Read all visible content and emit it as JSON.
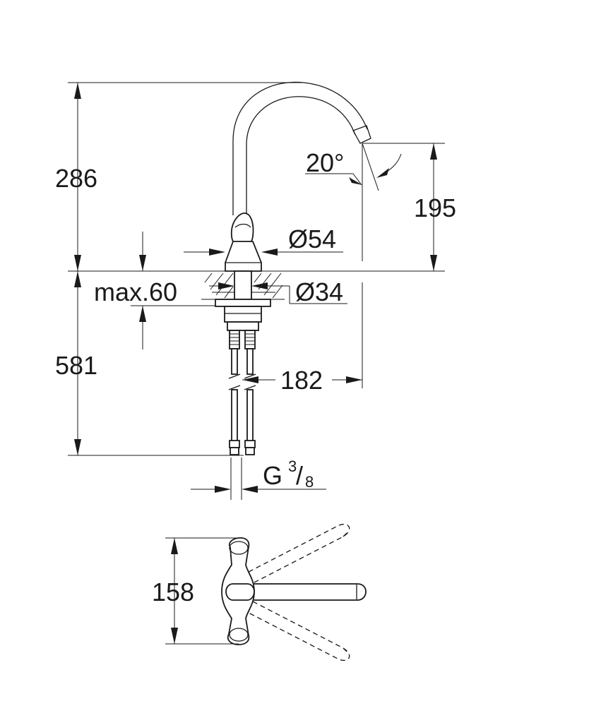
{
  "dimensions": {
    "total_height_above_deck": "286",
    "spout_height": "195",
    "base_diameter": "Ø54",
    "hole_diameter": "Ø34",
    "max_deck_thickness": "max.60",
    "spout_reach": "182",
    "below_deck_length": "581",
    "connection_prefix": "G",
    "connection_numerator": "3",
    "connection_slash": "/",
    "connection_denominator": "8",
    "swivel_angle": "20°",
    "top_view_width": "158"
  },
  "colors": {
    "line": "#1a1a1a",
    "background": "#ffffff"
  }
}
